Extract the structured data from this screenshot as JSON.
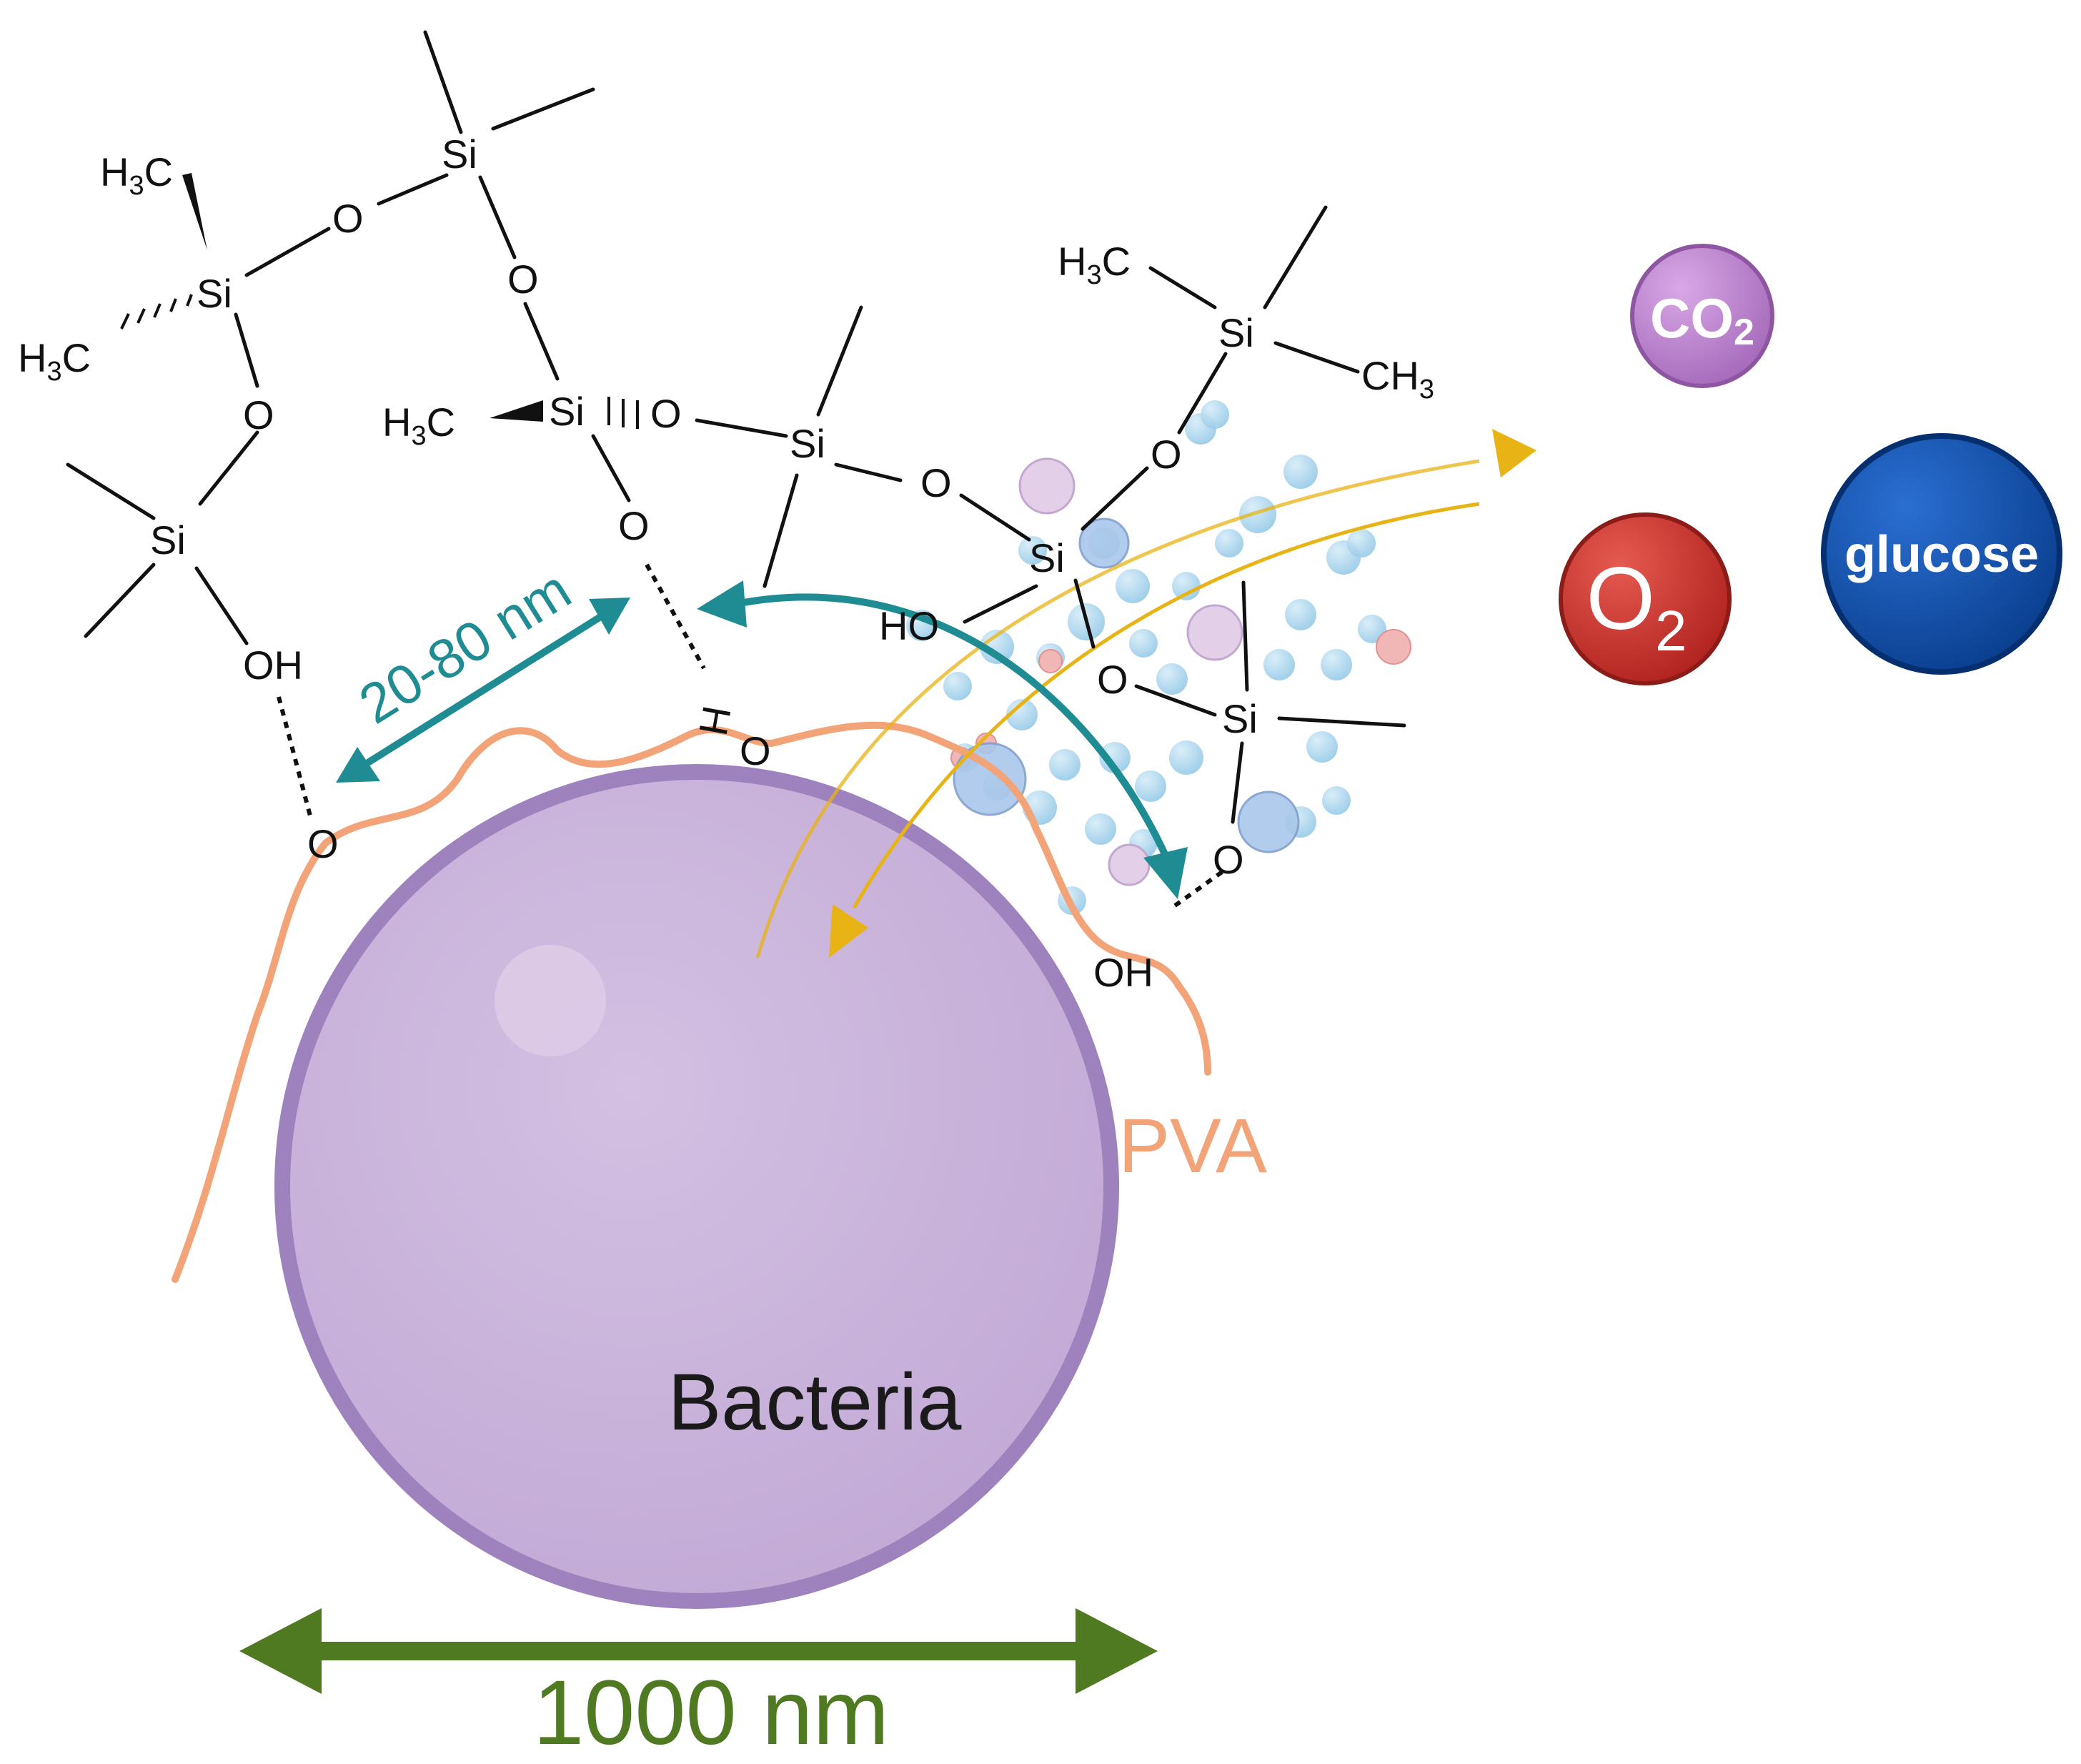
{
  "labels": {
    "bacteria": "Bacteria",
    "pva": "PVA",
    "small_scale": "20-80 nm",
    "large_scale": "1000 nm"
  },
  "molecules": {
    "co2": {
      "base": "CO",
      "sub": "2",
      "color": "#b67bc9"
    },
    "o2": {
      "base": "O",
      "sub": "2",
      "color": "#c9302b"
    },
    "glucose": {
      "text": "glucose",
      "color": "#0b4fb0"
    }
  },
  "chem": {
    "si": "Si",
    "o": "O",
    "oh": "OH",
    "ho": "HO",
    "h3c": "H3C",
    "ch3": "CH3",
    "h": "H",
    "h_prefix": "H",
    "c_suffix": "C",
    "ch_prefix": "CH",
    "sub3": "3"
  },
  "colors": {
    "bacteria_fill": "#c9b3d9",
    "bacteria_edge": "#9d82bd",
    "pva": "#f2a378",
    "teal_arrow": "#1f8c93",
    "gold_arrow": "#e8b314",
    "green_arrow": "#4f7a22"
  }
}
